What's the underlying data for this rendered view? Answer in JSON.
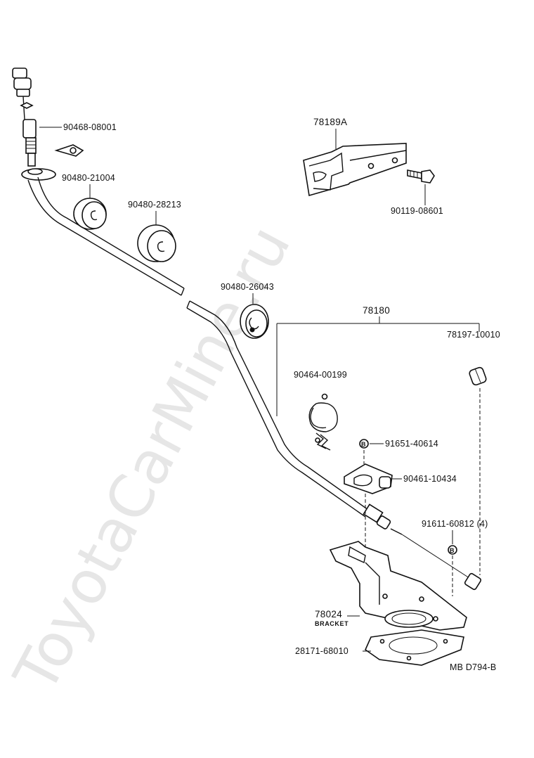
{
  "watermark": "ToyotaCarMine.ru",
  "diagram_code": "MB D794-B",
  "parts": {
    "p1": "90468-08001",
    "p2": "90480-21004",
    "p3": "90480-28213",
    "p4": "78189A",
    "p5": "90119-08601",
    "p6": "90480-26043",
    "p7": "78180",
    "p8": "78197-10010",
    "p9": "90464-00199",
    "p10": "91651-40614",
    "p11": "90461-10434",
    "p12": "91611-60812 (4)",
    "p13": "78024",
    "p13_sub": "BRACKET",
    "p14": "28171-68010"
  },
  "marker_letter": "B"
}
